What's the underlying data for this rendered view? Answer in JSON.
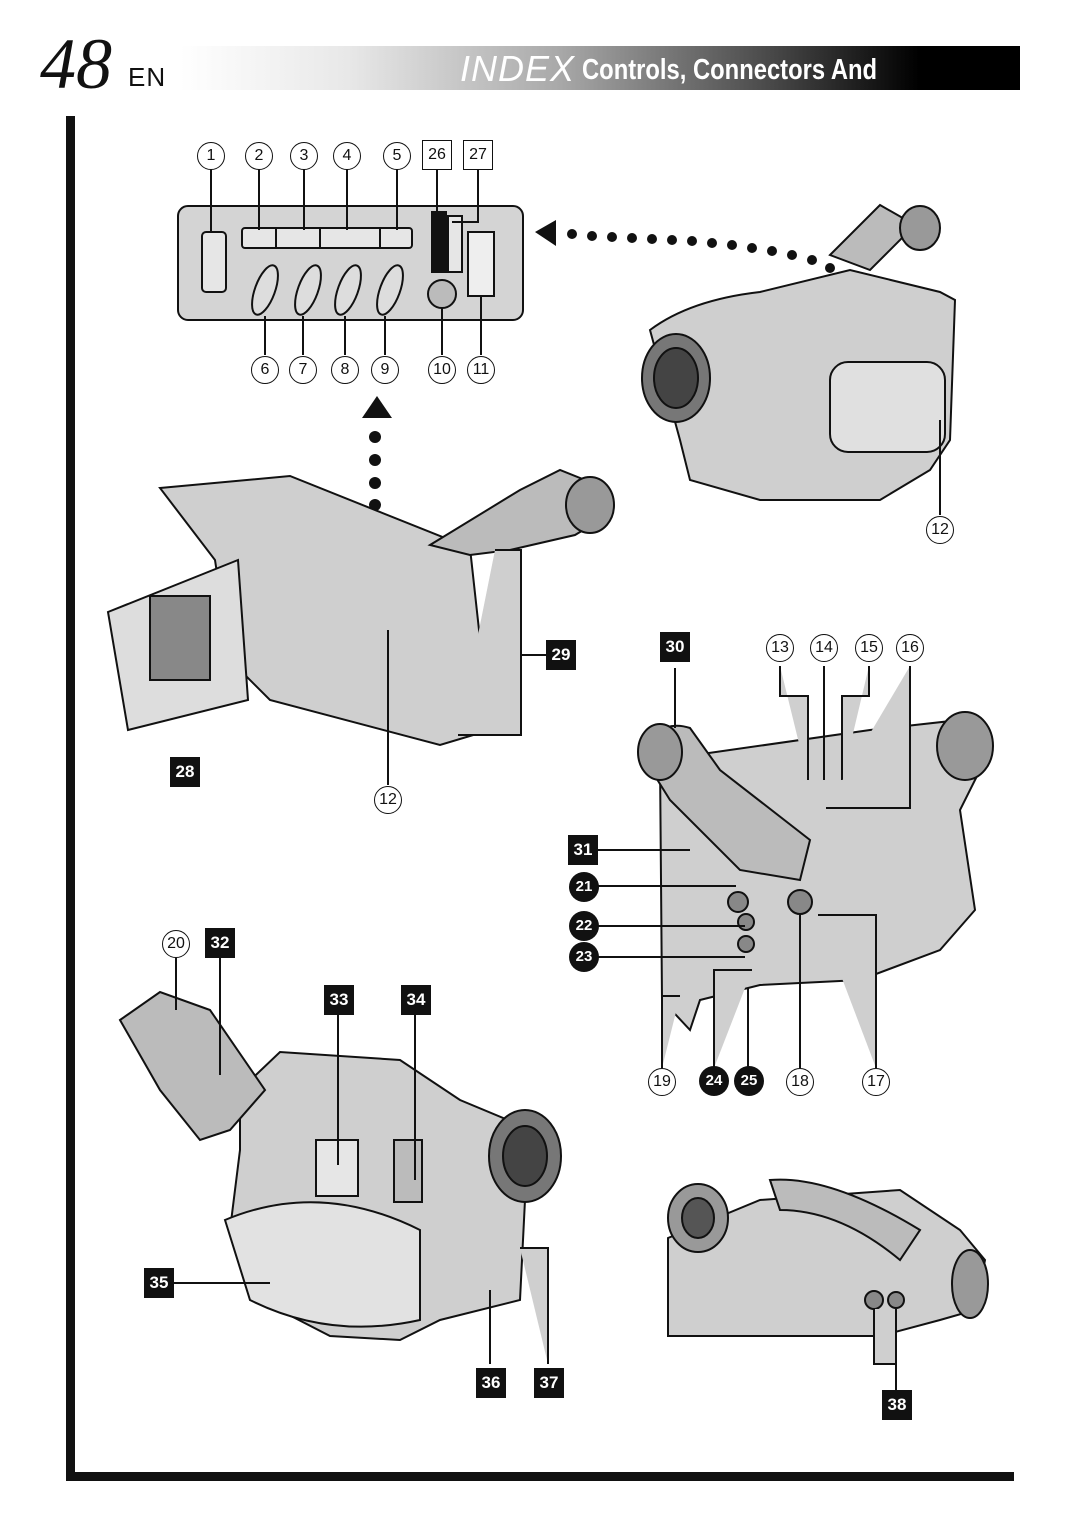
{
  "header": {
    "page_number": "48",
    "language": "EN",
    "index_word": "INDEX",
    "title": "Controls, Connectors And Indicators"
  },
  "callouts": {
    "c1": "1",
    "c2": "2",
    "c3": "3",
    "c4": "4",
    "c5": "5",
    "c6": "6",
    "c7": "7",
    "c8": "8",
    "c9": "9",
    "c10": "10",
    "c11": "11",
    "c12a": "12",
    "c12b": "12",
    "c13": "13",
    "c14": "14",
    "c15": "15",
    "c16": "16",
    "c17": "17",
    "c18": "18",
    "c19": "19",
    "c20": "20",
    "c21": "21",
    "c22": "22",
    "c23": "23",
    "c24": "24",
    "c25": "25",
    "c26": "26",
    "c27": "27",
    "c28": "28",
    "c29": "29",
    "c30": "30",
    "c31": "31",
    "c32": "32",
    "c33": "33",
    "c34": "34",
    "c35": "35",
    "c36": "36",
    "c37": "37",
    "c38": "38"
  }
}
